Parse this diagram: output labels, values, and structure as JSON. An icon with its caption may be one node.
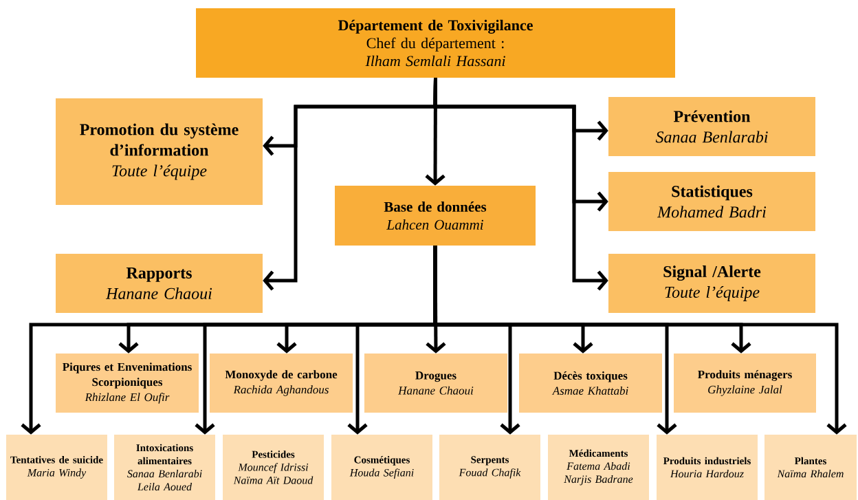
{
  "diagram": {
    "nodes": [
      {
        "text": [
          "Département de Toxivigilance",
          "Chef du département :",
          "Ilham Semlali Hassani"
        ]
      },
      {
        "text": [
          "Promotion du système d’information",
          "Toute l’équipe"
        ]
      },
      {
        "text": [
          "Prévention",
          "Sanaa Benlarabi"
        ]
      },
      {
        "text": [
          "Base de données",
          "Lahcen Ouammi"
        ]
      },
      {
        "text": [
          "Statistiques",
          "Mohamed Badri"
        ]
      },
      {
        "text": [
          "Rapports",
          "Hanane Chaoui"
        ]
      },
      {
        "text": [
          "Signal /Alerte",
          "Toute l’équipe"
        ]
      },
      {
        "text": [
          "Piqures et Envenimations Scorpioniques",
          "Rhizlane El Oufir"
        ]
      },
      {
        "text": [
          "Monoxyde de carbone",
          "Rachida Aghandous"
        ]
      },
      {
        "text": [
          "Drogues",
          "Hanane Chaoui"
        ]
      },
      {
        "text": [
          "Décès toxiques",
          "Asmae Khattabi"
        ]
      },
      {
        "text": [
          "Produits ménagers",
          "Ghyzlaine Jalal"
        ]
      },
      {
        "text": [
          "Tentatives de suicide",
          "Maria Windy"
        ]
      },
      {
        "text": [
          "Intoxications alimentaires",
          "Sanaa Benlarabi",
          "Leila Aoued"
        ]
      },
      {
        "text": [
          "Pesticides",
          "Mouncef Idrissi",
          "Naïma Aït Daoud"
        ]
      },
      {
        "text": [
          "Cosmétiques",
          "Houda Sefiani"
        ]
      },
      {
        "text": [
          "Serpents",
          "Fouad Chafik"
        ]
      },
      {
        "text": [
          "Médicaments",
          "Fatema Abadi",
          "Narjis Badrane"
        ]
      },
      {
        "text": [
          "Produits industriels",
          "Houria Hardouz"
        ]
      },
      {
        "text": [
          "Plantes",
          "Naïma Rhalem"
        ]
      }
    ],
    "edges": [
      {
        "from": 0,
        "to": 1,
        "arrow": "to"
      },
      {
        "from": 0,
        "to": 2,
        "arrow": "to"
      },
      {
        "from": 0,
        "to": 3,
        "arrow": "to"
      },
      {
        "from": 0,
        "to": 4,
        "arrow": "to"
      },
      {
        "from": 0,
        "to": 5,
        "arrow": "to"
      },
      {
        "from": 0,
        "to": 6,
        "arrow": "to"
      },
      {
        "from": 3,
        "to": 7,
        "arrow": "to"
      },
      {
        "from": 3,
        "to": 8,
        "arrow": "to"
      },
      {
        "from": 3,
        "to": 9,
        "arrow": "to"
      },
      {
        "from": 3,
        "to": 10,
        "arrow": "to"
      },
      {
        "from": 3,
        "to": 11,
        "arrow": "to"
      },
      {
        "from": 3,
        "to": 12,
        "arrow": "to"
      },
      {
        "from": 3,
        "to": 13,
        "arrow": "to"
      },
      {
        "from": 3,
        "to": 15,
        "arrow": "to"
      },
      {
        "from": 3,
        "to": 16,
        "arrow": "to"
      },
      {
        "from": 3,
        "to": 18,
        "arrow": "to"
      },
      {
        "from": 3,
        "to": 19,
        "arrow": "to"
      }
    ]
  }
}
